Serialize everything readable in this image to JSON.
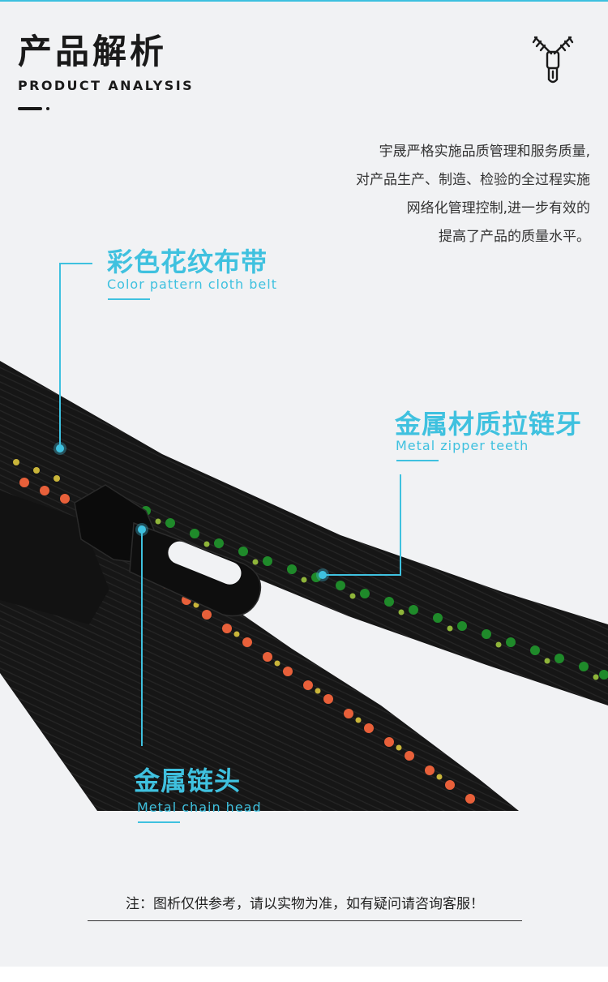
{
  "header": {
    "title_cn": "产品解析",
    "title_en": "PRODUCT ANALYSIS",
    "icon": "zipper-icon"
  },
  "description": {
    "lines": [
      "宇晟严格实施品质管理和服务质量,",
      "对产品生产、制造、检验的全过程实施",
      "网络化管理控制,进一步有效的",
      "提高了产品的质量水平。"
    ]
  },
  "labels": {
    "belt": {
      "cn": "彩色花纹布带",
      "en": "Color pattern cloth belt"
    },
    "teeth": {
      "cn": "金属材质拉链牙",
      "en": "Metal zipper teeth"
    },
    "head": {
      "cn": "金属链头",
      "en": "Metal chain head"
    }
  },
  "note": "注：图析仅供参考，请以实物为准，如有疑问请咨询客服！",
  "colors": {
    "accent": "#3fc1df",
    "background": "#f1f2f4",
    "tape": "#141414",
    "teeth_orange": "#e8603a",
    "teeth_green": "#1f8a2a"
  }
}
